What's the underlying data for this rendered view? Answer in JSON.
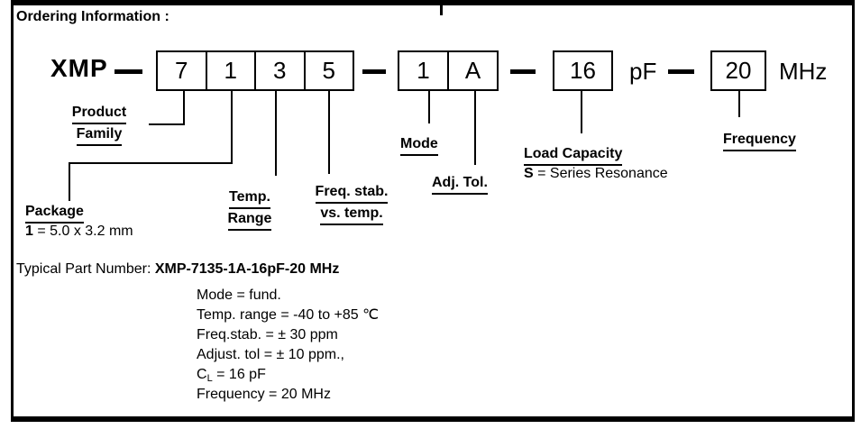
{
  "title": "Ordering Information :",
  "part_row": {
    "prefix": "XMP",
    "group1": [
      "7",
      "1",
      "3",
      "5"
    ],
    "group2": [
      "1",
      "A"
    ],
    "load_capacity_value": "16",
    "load_capacity_unit": "pF",
    "frequency_value": "20",
    "frequency_unit": "MHz"
  },
  "labels": {
    "product_family": {
      "line1": "Product",
      "line2": "Family"
    },
    "package": {
      "title": "Package",
      "note_key": "1",
      "note_rest": " = 5.0 x 3.2 mm"
    },
    "temp_range": {
      "line1": "Temp.",
      "line2": "Range"
    },
    "freq_stab": {
      "line1": "Freq. stab.",
      "line2": "vs. temp."
    },
    "mode": "Mode",
    "adj_tol": "Adj. Tol.",
    "load_capacity": {
      "title": "Load Capacity",
      "note_key": "S",
      "note_rest": " = Series Resonance"
    },
    "frequency": "Frequency"
  },
  "typical": {
    "prefix": "Typical Part Number: ",
    "part_number": "XMP-7135-1A-16pF-20 MHz",
    "details": {
      "mode": "Mode = fund.",
      "temp_range": "Temp. range = -40 to +85 ℃",
      "freq_stab": "Freq.stab. = ± 30 ppm",
      "adjust_tol": "Adjust. tol = ± 10 ppm.,",
      "cl_symbol": "C",
      "cl_subscript": "L",
      "cl_value": " = 16 pF",
      "frequency": "Frequency = 20 MHz"
    }
  },
  "colors": {
    "ink": "#000000",
    "background": "#ffffff"
  }
}
